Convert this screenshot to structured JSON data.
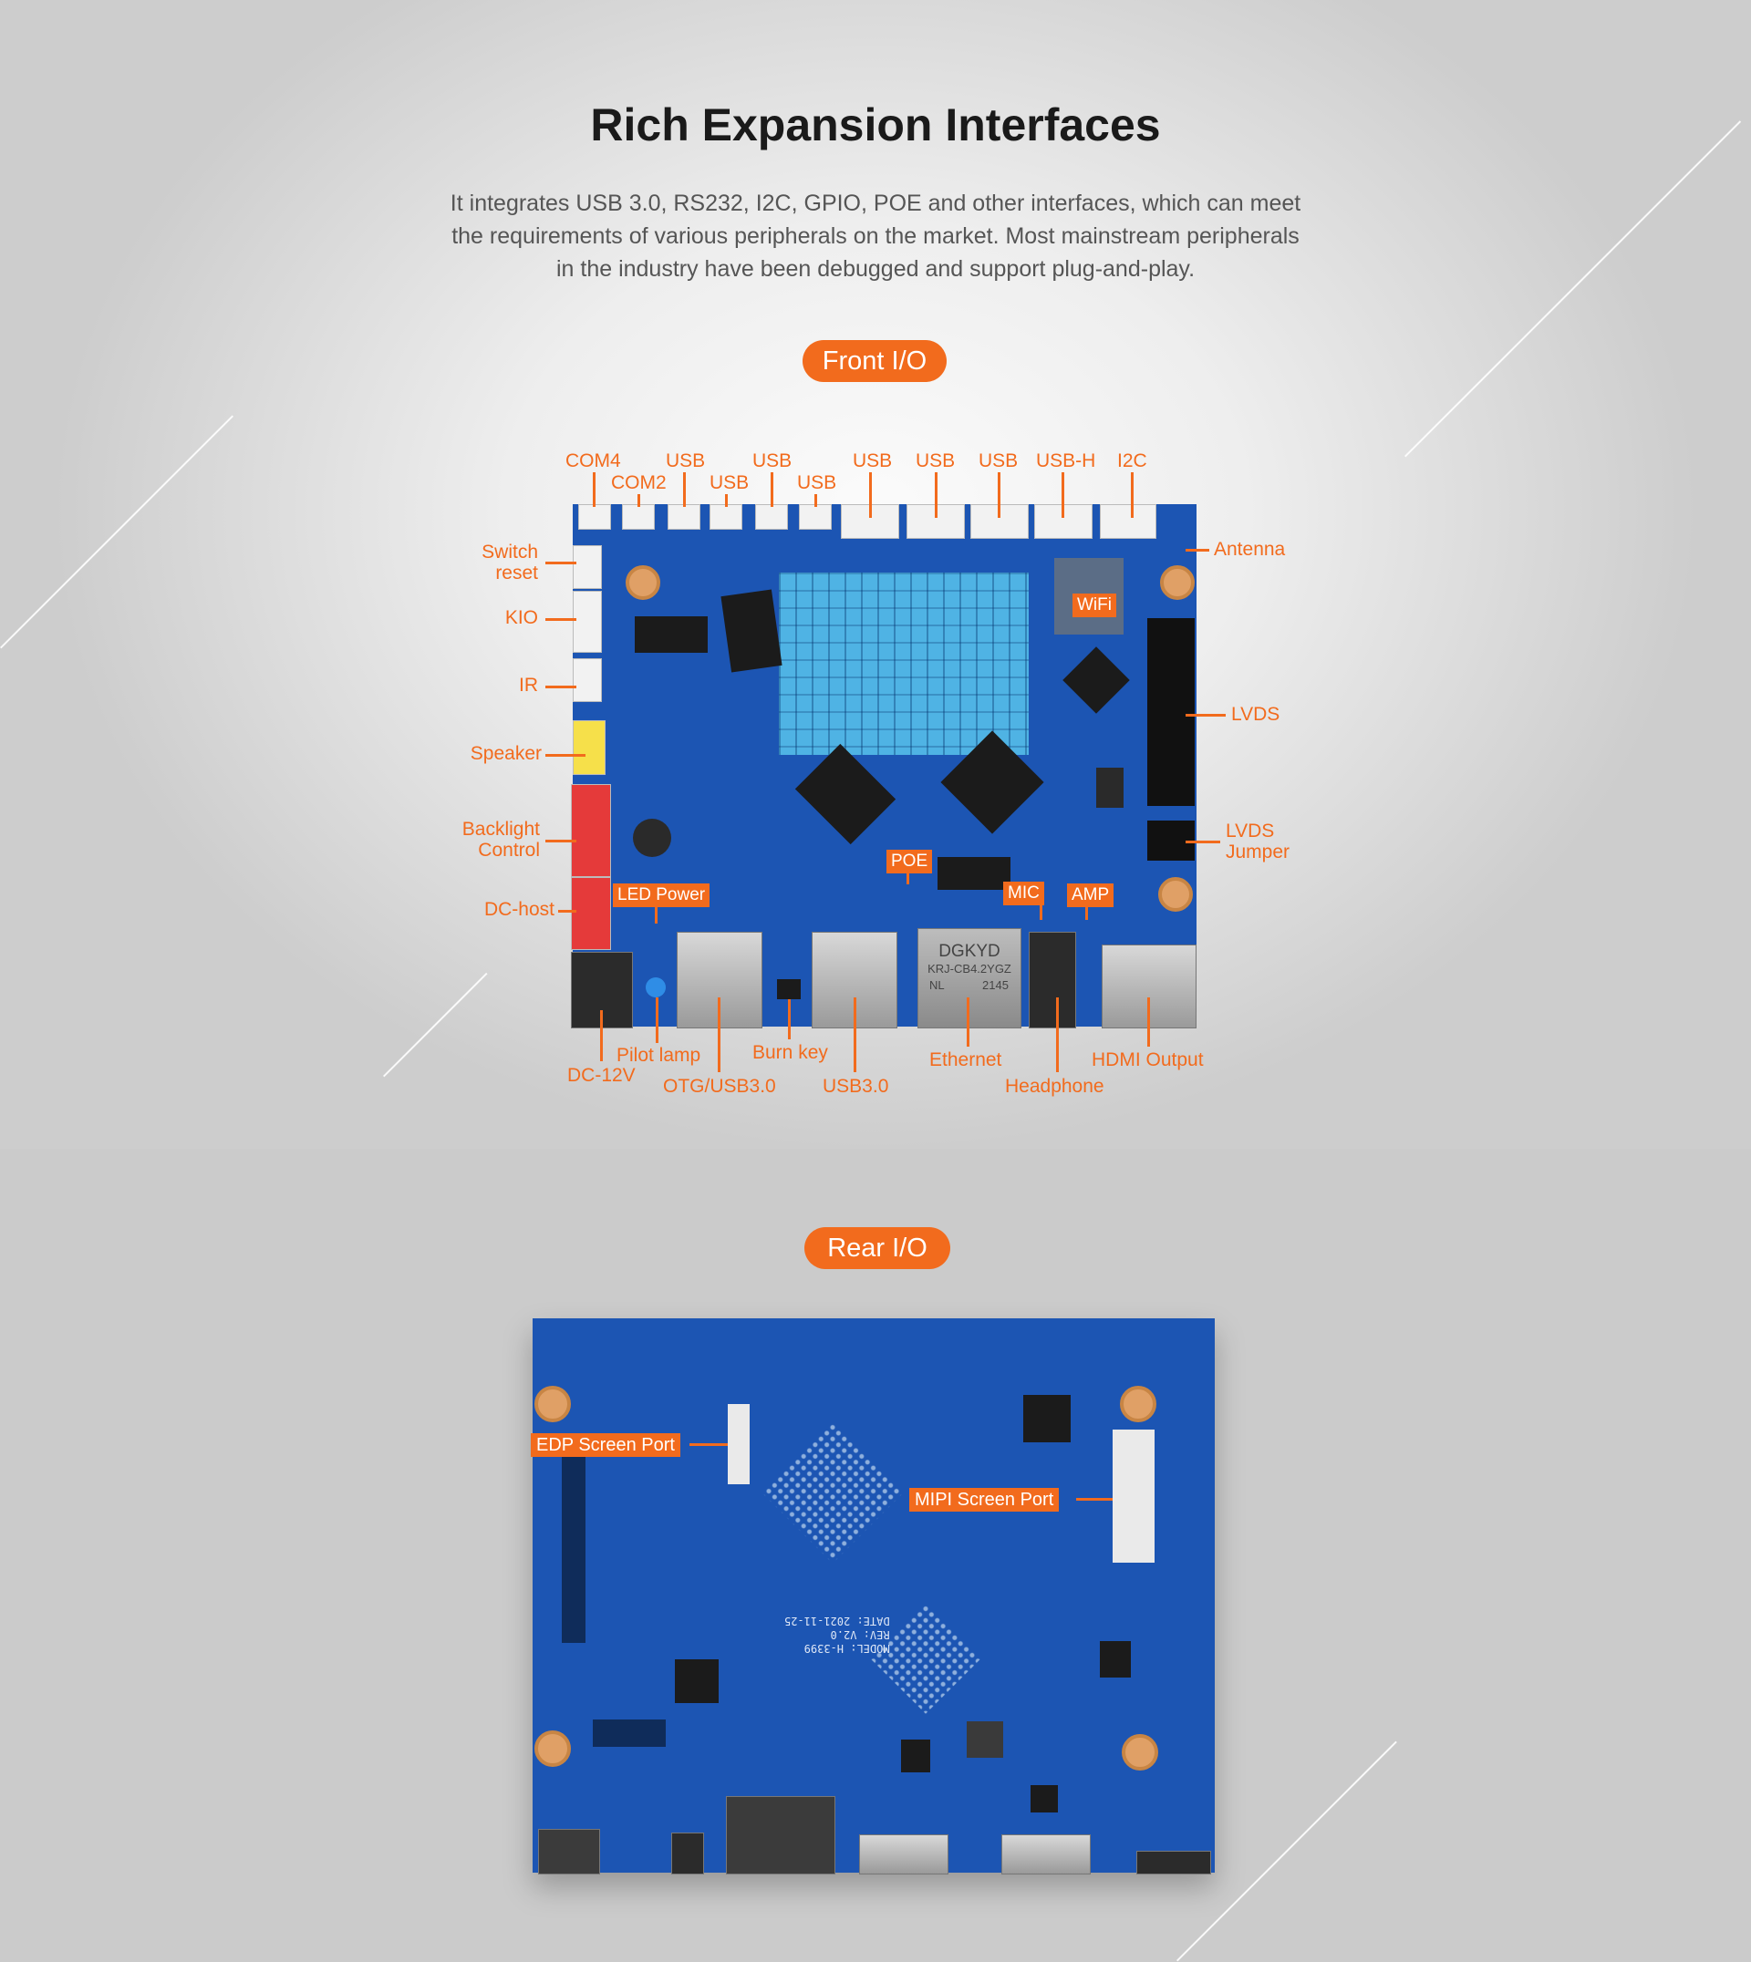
{
  "header": {
    "title": "Rich Expansion Interfaces",
    "description": "It integrates USB 3.0, RS232, I2C, GPIO, POE and other interfaces, which can meet the requirements of various peripherals on the market. Most mainstream peripherals in the industry have been debugged and support plug-and-play."
  },
  "front": {
    "badge": "Front I/O",
    "top_labels": [
      "COM4",
      "COM2",
      "USB",
      "USB",
      "USB",
      "USB",
      "USB",
      "USB",
      "USB",
      "USB-H",
      "I2C"
    ],
    "left_labels": {
      "switch_reset_1": "Switch",
      "switch_reset_2": "reset",
      "kio": "KIO",
      "ir": "IR",
      "speaker": "Speaker",
      "backlight_1": "Backlight",
      "backlight_2": "Control",
      "dc_host": "DC-host"
    },
    "right_labels": {
      "antenna": "Antenna",
      "lvds": "LVDS",
      "lvds_jumper_1": "LVDS",
      "lvds_jumper_2": "Jumper"
    },
    "board_tags": {
      "wifi": "WiFi",
      "poe": "POE",
      "led_power": "LED Power",
      "mic": "MIC",
      "amp": "AMP"
    },
    "board_print": {
      "eth_brand": "DGKYD",
      "eth_model": "KRJ-CB4.2YGZ",
      "eth_nl": "NL",
      "eth_code": "2145"
    },
    "bottom_labels": {
      "dc12v": "DC-12V",
      "pilot_lamp": "Pilot lamp",
      "otg_usb3": "OTG/USB3.0",
      "burn_key": "Burn key",
      "usb3": "USB3.0",
      "ethernet": "Ethernet",
      "headphone": "Headphone",
      "hdmi_output": "HDMI Output"
    }
  },
  "rear": {
    "badge": "Rear I/O",
    "edp_label": "EDP Screen Port",
    "mipi_label": "MIPI Screen Port",
    "board_print": {
      "model": "MODEL: H-3399",
      "rev": "REV: V2.0",
      "date": "DATE: 2021-11-25"
    }
  },
  "colors": {
    "accent": "#f26b1d",
    "board_blue": "#1c55b3",
    "heatsink": "#4fb3e4"
  }
}
